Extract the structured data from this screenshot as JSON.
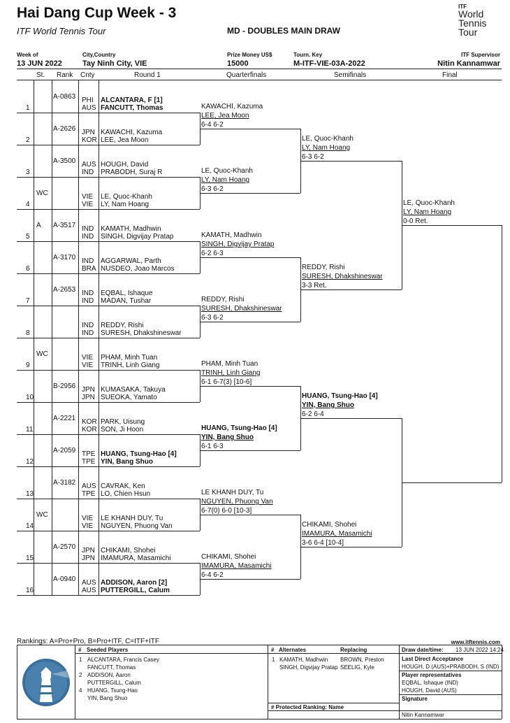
{
  "header": {
    "title": "Hai Dang Cup Week - 3",
    "subtitle": "ITF World Tennis Tour",
    "draw_title": "MD - DOUBLES MAIN DRAW",
    "logo": {
      "itf": "ITF",
      "line1": "World",
      "line2": "Tennis",
      "line3": "Tour"
    },
    "week_label": "Week of",
    "week_value": "13 JUN 2022",
    "city_label": "City,Country",
    "city_value": "Tay Ninh City, VIE",
    "prize_label": "Prize Money US$",
    "prize_value": "15000",
    "key_label": "Tourn. Key",
    "key_value": "M-ITF-VIE-03A-2022",
    "supervisor_label": "ITF Supervisor",
    "supervisor_value": "Nitin Kannamwar"
  },
  "columns": {
    "st": "St.",
    "rank": "Rank",
    "cnty": "Cnty",
    "r1": "Round 1",
    "qf": "Quarterfinals",
    "sf": "Semifinals",
    "final": "Final"
  },
  "entries": [
    {
      "n": "1",
      "st": "",
      "rank": "A-0863",
      "c1": "PHI",
      "p1": "ALCANTARA, F [1]",
      "c2": "AUS",
      "p2": "FANCUTT, Thomas",
      "bold": true
    },
    {
      "n": "2",
      "st": "",
      "rank": "A-2626",
      "c1": "JPN",
      "p1": "KAWACHI, Kazuma",
      "c2": "KOR",
      "p2": "LEE, Jea Moon",
      "bold": false
    },
    {
      "n": "3",
      "st": "",
      "rank": "A-3500",
      "c1": "AUS",
      "p1": "HOUGH, David",
      "c2": "IND",
      "p2": "PRABODH, Suraj R",
      "bold": false
    },
    {
      "n": "4",
      "st": "WC",
      "rank": "",
      "c1": "VIE",
      "p1": "LE, Quoc-Khanh",
      "c2": "VIE",
      "p2": "LY, Nam Hoang",
      "bold": false
    },
    {
      "n": "5",
      "st": "A",
      "rank": "A-3517",
      "c1": "IND",
      "p1": "KAMATH, Madhwin",
      "c2": "IND",
      "p2": "SINGH, Digvijay Pratap",
      "bold": false
    },
    {
      "n": "6",
      "st": "",
      "rank": "A-3170",
      "c1": "IND",
      "p1": "AGGARWAL, Parth",
      "c2": "BRA",
      "p2": "NUSDEO, Joao Marcos",
      "bold": false
    },
    {
      "n": "7",
      "st": "",
      "rank": "A-2653",
      "c1": "IND",
      "p1": "EQBAL, Ishaque",
      "c2": "IND",
      "p2": "MADAN, Tushar",
      "bold": false
    },
    {
      "n": "8",
      "st": "",
      "rank": "",
      "c1": "IND",
      "p1": "REDDY, Rishi",
      "c2": "IND",
      "p2": "SURESH, Dhakshineswar",
      "bold": false
    },
    {
      "n": "9",
      "st": "WC",
      "rank": "",
      "c1": "VIE",
      "p1": "PHAM, Minh Tuan",
      "c2": "VIE",
      "p2": "TRINH, Linh Giang",
      "bold": false
    },
    {
      "n": "10",
      "st": "",
      "rank": "B-2956",
      "c1": "JPN",
      "p1": "KUMASAKA, Takuya",
      "c2": "JPN",
      "p2": "SUEOKA, Yamato",
      "bold": false
    },
    {
      "n": "11",
      "st": "",
      "rank": "A-2221",
      "c1": "KOR",
      "p1": "PARK, Uisung",
      "c2": "KOR",
      "p2": "SON, Ji Hoon",
      "bold": false
    },
    {
      "n": "12",
      "st": "",
      "rank": "A-2059",
      "c1": "TPE",
      "p1": "HUANG, Tsung-Hao [4]",
      "c2": "TPE",
      "p2": "YIN, Bang Shuo",
      "bold": true
    },
    {
      "n": "13",
      "st": "",
      "rank": "A-3182",
      "c1": "AUS",
      "p1": "CAVRAK, Ken",
      "c2": "TPE",
      "p2": "LO, Chien Hsun",
      "bold": false
    },
    {
      "n": "14",
      "st": "WC",
      "rank": "",
      "c1": "VIE",
      "p1": "LE KHANH DUY, Tu",
      "c2": "VIE",
      "p2": "NGUYEN, Phuong Van",
      "bold": false
    },
    {
      "n": "15",
      "st": "",
      "rank": "A-2570",
      "c1": "JPN",
      "p1": "CHIKAMI, Shohei",
      "c2": "JPN",
      "p2": "IMAMURA, Masamichi",
      "bold": false
    },
    {
      "n": "16",
      "st": "",
      "rank": "A-0940",
      "c1": "AUS",
      "p1": "ADDISON, Aaron [2]",
      "c2": "AUS",
      "p2": "PUTTERGILL, Calum",
      "bold": true
    }
  ],
  "quarterfinals": [
    {
      "p1": "KAWACHI, Kazuma",
      "p2": "LEE, Jea Moon",
      "score": "6-4 6-2",
      "bold": false
    },
    {
      "p1": "LE, Quoc-Khanh",
      "p2": "LY, Nam Hoang",
      "score": "6-3 6-2",
      "bold": false
    },
    {
      "p1": "KAMATH, Madhwin",
      "p2": "SINGH, Digvijay Pratap",
      "score": "6-2 6-3",
      "bold": false
    },
    {
      "p1": "REDDY, Rishi",
      "p2": "SURESH, Dhakshineswar",
      "score": "6-3 6-2",
      "bold": false
    },
    {
      "p1": "PHAM, Minh Tuan",
      "p2": "TRINH, Linh Giang",
      "score": "6-1 6-7(3) [10-6]",
      "bold": false
    },
    {
      "p1": "HUANG, Tsung-Hao [4]",
      "p2": "YIN, Bang Shuo",
      "score": "6-1 6-3",
      "bold": true
    },
    {
      "p1": "LE KHANH DUY, Tu",
      "p2": "NGUYEN, Phuong Van",
      "score": "6-7(0) 6-0 [10-3]",
      "bold": false
    },
    {
      "p1": "CHIKAMI, Shohei",
      "p2": "IMAMURA, Masamichi",
      "score": "6-4 6-2",
      "bold": false
    }
  ],
  "semifinals": [
    {
      "p1": "LE, Quoc-Khanh",
      "p2": "LY, Nam Hoang",
      "score": "6-3 6-2",
      "bold": false
    },
    {
      "p1": "REDDY, Rishi",
      "p2": "SURESH, Dhakshineswar",
      "score": "3-3 Ret.",
      "bold": false
    },
    {
      "p1": "HUANG, Tsung-Hao [4]",
      "p2": "YIN, Bang Shuo",
      "score": "6-2 6-4",
      "bold": true
    },
    {
      "p1": "CHIKAMI, Shohei",
      "p2": "IMAMURA, Masamichi",
      "score": "3-6 6-4 [10-4]",
      "bold": false
    }
  ],
  "final": [
    {
      "p1": "LE, Quoc-Khanh",
      "p2": "LY, Nam Hoang",
      "score": "0-0 Ret.",
      "bold": false
    }
  ],
  "footer": {
    "rankings_note": "Rankings: A=Pro+Pro, B=Pro+ITF, C=ITF+ITF",
    "website": "www.itftennis.com",
    "seeded_hash": "#",
    "seeded_title": "Seeded Players",
    "seeds": [
      {
        "n": "1",
        "a": "ALCANTARA, Francis Casey",
        "b": "FANCUTT, Thomas"
      },
      {
        "n": "2",
        "a": "ADDISON, Aaron",
        "b": "PUTTERGILL, Calum"
      },
      {
        "n": "4",
        "a": "HUANG, Tsung-Hao",
        "b": "YIN, Bang Shuo"
      }
    ],
    "alt_hash": "#",
    "alt_title": "Alternates",
    "replacing_title": "Replacing",
    "alternates": [
      {
        "n": "1",
        "a": "KAMATH, Madhwin",
        "b": "SINGH, Digvijay Pratap",
        "ra": "BROWN, Preston",
        "rb": "SEELIG, Kyle"
      }
    ],
    "protected_label": "# Protected Ranking: Name",
    "drawdate_label": "Draw date/time:",
    "drawdate_value": "13 JUN 2022 14:24",
    "lda_label": "Last Direct Acceptance",
    "lda_value": "HOUGH, D (AUS)+PRABODH, S (IND)",
    "reps_label": "Player representatives",
    "rep1": "EQBAL, Ishaque (IND)",
    "rep2": "HOUGH, David (AUS)",
    "signature_label": "Signature",
    "signature_value": "Nitin Kannamwar",
    "colors": {
      "lighthouse_bg": "#3c6f9a",
      "lighthouse_fg": "#ffffff"
    }
  }
}
